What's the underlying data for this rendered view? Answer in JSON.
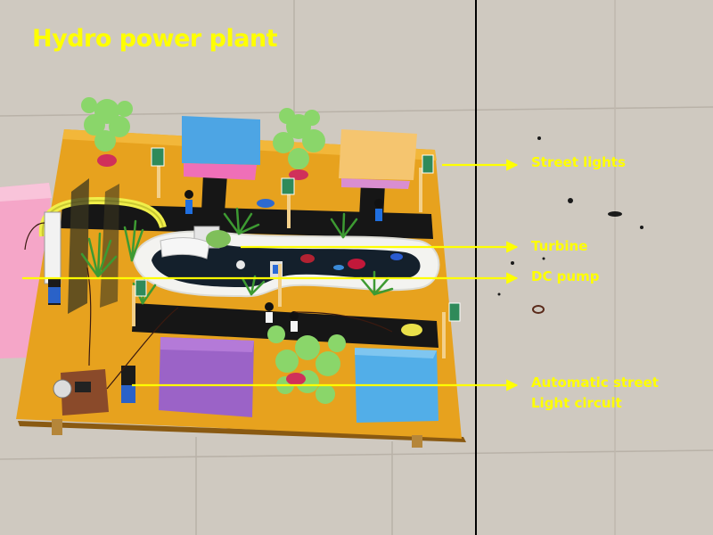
{
  "title": "Hydro power plant",
  "labels": {
    "street_lights": "Street lights",
    "turbine": "Turbine",
    "dc_pump": "DC pump",
    "automatic_circuit_line1": "Automatic street",
    "automatic_circuit_line2": "Light circuit"
  },
  "colors": {
    "annotation": "#ffff00",
    "base_board": "#e7a21e",
    "road": "#161616",
    "floor": "#cfc9c0"
  }
}
